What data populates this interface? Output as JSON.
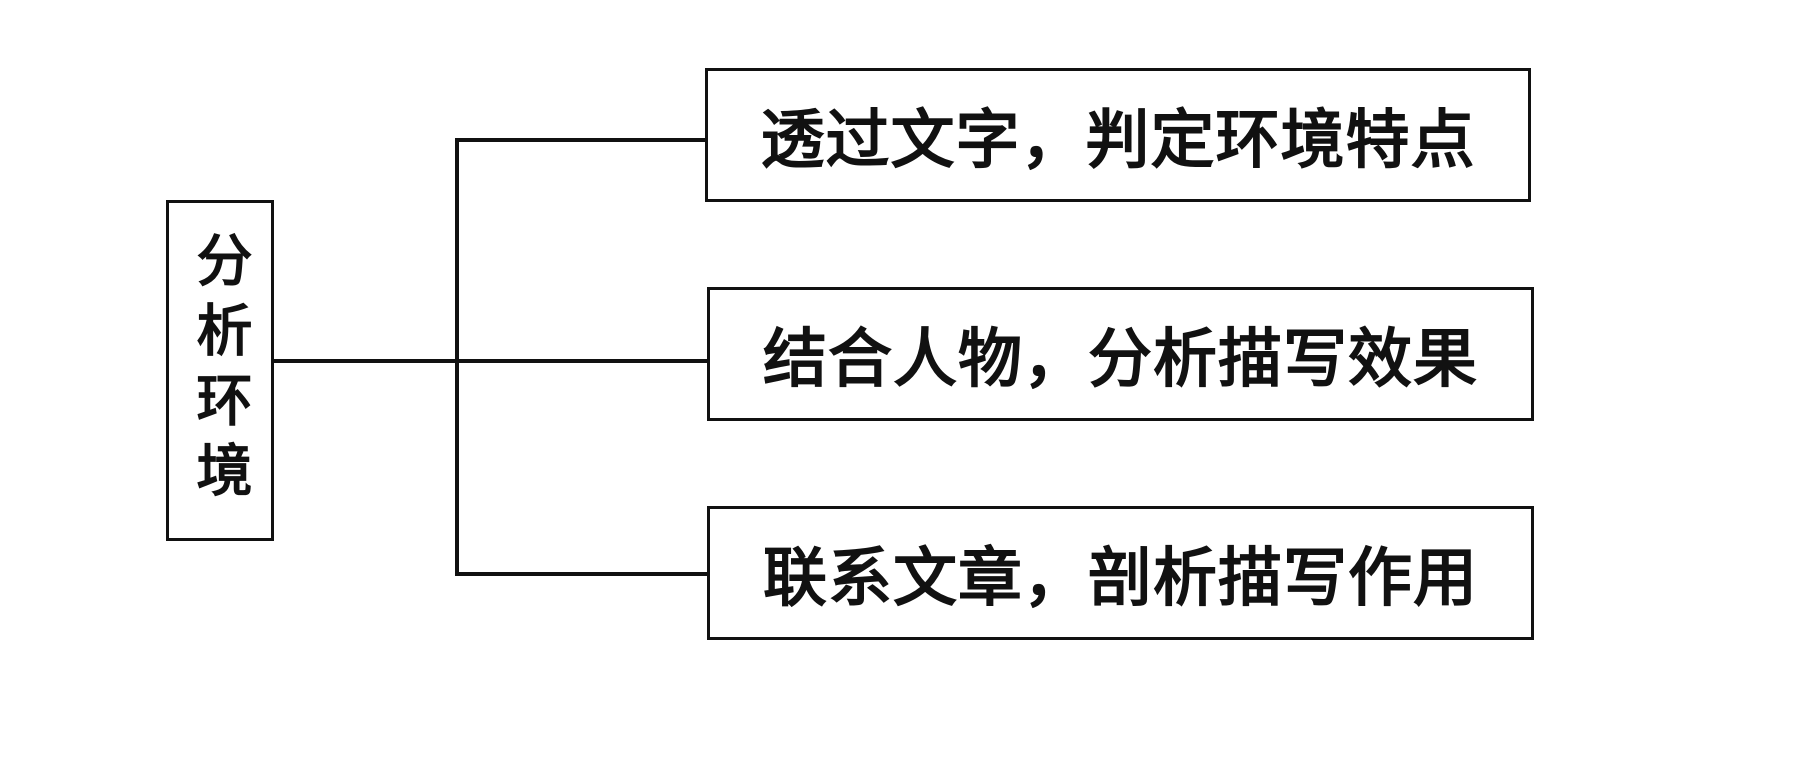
{
  "diagram": {
    "root": {
      "label": "分析环境"
    },
    "children": [
      {
        "label": "透过文字，判定环境特点"
      },
      {
        "label": "结合人物，分析描写效果"
      },
      {
        "label": "联系文章，剖析描写作用"
      }
    ],
    "colors": {
      "line": "#111111",
      "background": "#ffffff",
      "text": "#111111"
    }
  }
}
